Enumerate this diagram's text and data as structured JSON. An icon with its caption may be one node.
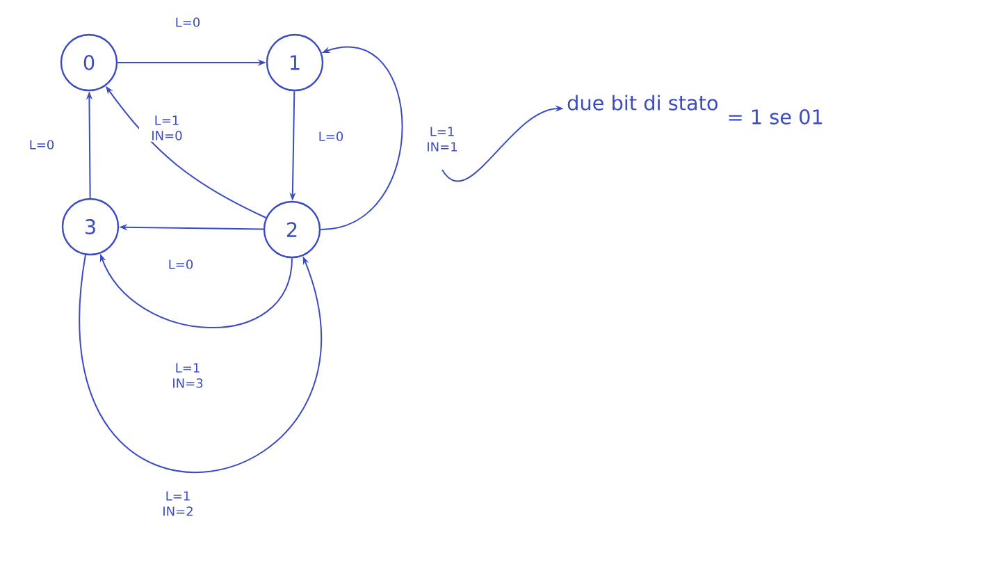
{
  "diagram": {
    "nodes": [
      {
        "text": [
          "0"
        ]
      },
      {
        "text": [
          "1"
        ]
      },
      {
        "text": [
          "2"
        ]
      },
      {
        "text": [
          "3"
        ]
      },
      {
        "text": [
          "due bit di stato",
          "= 1 se 01"
        ]
      }
    ],
    "edges": [
      {
        "from": 0,
        "to": 1,
        "arrow": "to",
        "label": "L=0"
      },
      {
        "from": 1,
        "to": 2,
        "arrow": "to",
        "label": "L=0"
      },
      {
        "from": 2,
        "to": 0,
        "arrow": "to",
        "label": "L=1 IN=0"
      },
      {
        "from": 2,
        "to": 3,
        "arrow": "to",
        "label": "L=0"
      },
      {
        "from": 3,
        "to": 0,
        "arrow": "to",
        "label": "L=0"
      },
      {
        "from": 2,
        "to": 1,
        "arrow": "to",
        "label": "L=1 IN=1"
      },
      {
        "from": 2,
        "to": 3,
        "arrow": "to",
        "label": "L=1 IN=3"
      },
      {
        "from": 3,
        "to": 2,
        "arrow": "to",
        "label": "L=1 IN=2"
      },
      {
        "from": null,
        "to": 4,
        "arrow": "to"
      }
    ]
  }
}
